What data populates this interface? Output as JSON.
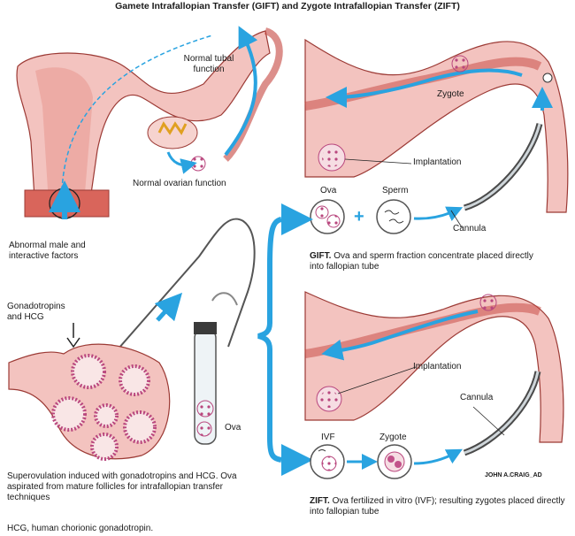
{
  "title": "Gamete Intrafallopian Transfer (GIFT) and Zygote Intrafallopian Transfer (ZIFT)",
  "labels": {
    "normal_tubal": "Normal tubal function",
    "normal_ovarian": "Normal ovarian function",
    "abnormal_male": "Abnormal male and interactive factors",
    "gonadotropins": "Gonadotropins and HCG",
    "ova_tube": "Ova",
    "zygote_top": "Zygote",
    "implantation_top": "Implantation",
    "ova_gift": "Ova",
    "sperm": "Sperm",
    "cannula_top": "Cannula",
    "implantation_bottom": "Implantation",
    "cannula_bottom": "Cannula",
    "ivf": "IVF",
    "zygote_bottom": "Zygote",
    "signature": "JOHN A.CRAIG_AD"
  },
  "captions": {
    "gift_term": "GIFT.",
    "gift_text": "Ova and sperm fraction concentrate placed directly into fallopian tube",
    "zift_term": "ZIFT.",
    "zift_text": "Ova fertilized in vitro (IVF); resulting zygotes placed directly into fallopian tube",
    "superovulation": "Superovulation induced with gonadotropins and HCG. Ova aspirated from mature follicles for intrafallopian transfer techniques",
    "footnote": "HCG, human chorionic gonadotropin."
  },
  "colors": {
    "arrow": "#29a3e0",
    "tissue": "#f3c3bf",
    "tissue_dark": "#c5443d",
    "tissue_line": "#9c3a35",
    "cannula": "#4a4a4a",
    "cell": "#c2528a"
  }
}
